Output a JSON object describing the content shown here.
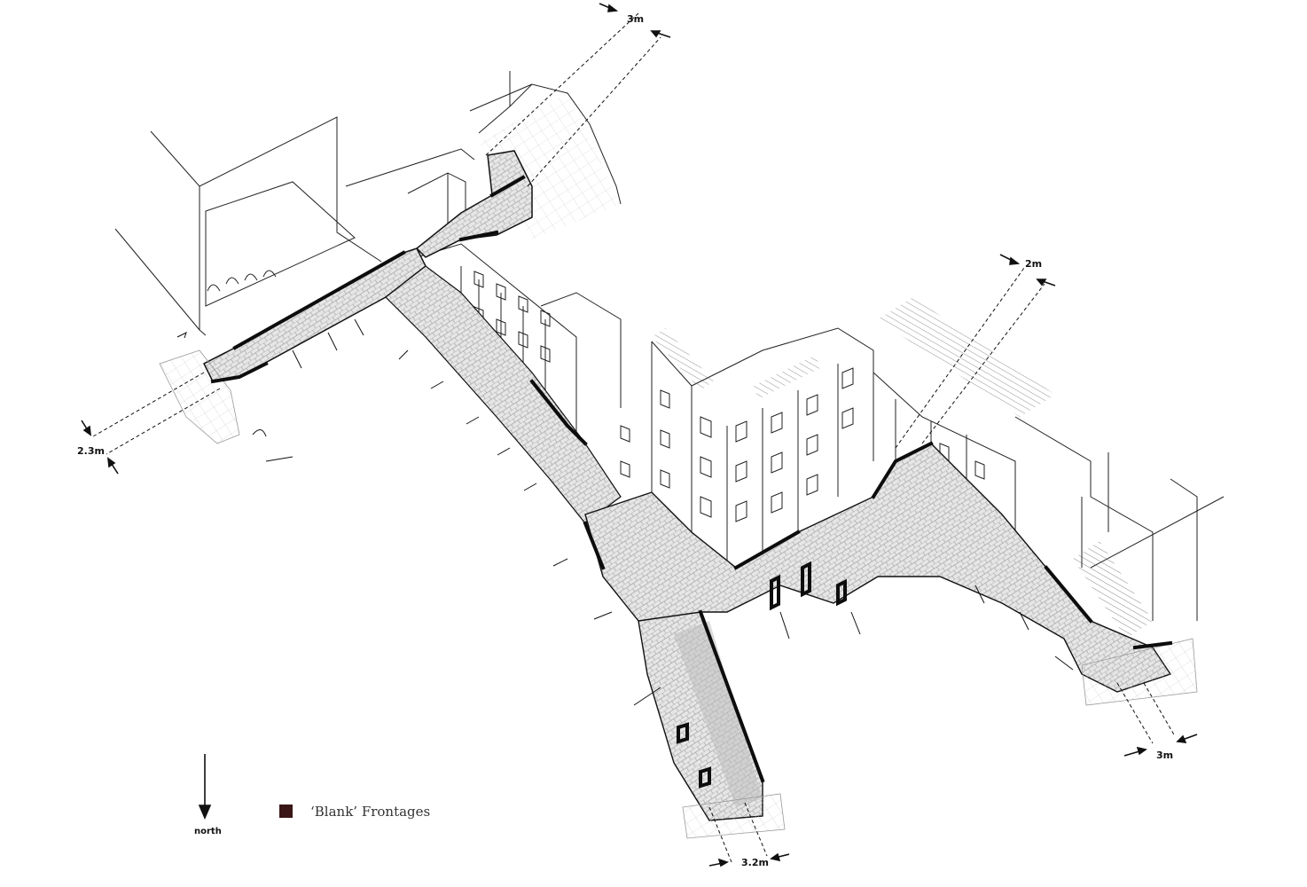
{
  "dimensions": {
    "top_right": "3m",
    "right": "2m",
    "left": "2.3m",
    "bottom_right": "3m",
    "bottom": "3.2m"
  },
  "compass": {
    "label": "north"
  },
  "legend": {
    "label": "‘Blank’ Frontages",
    "swatch_color": "#3a1616"
  },
  "colors": {
    "ink": "#111111",
    "paving": "#d7d7d7",
    "paving_dark": "#9a9a9a"
  }
}
